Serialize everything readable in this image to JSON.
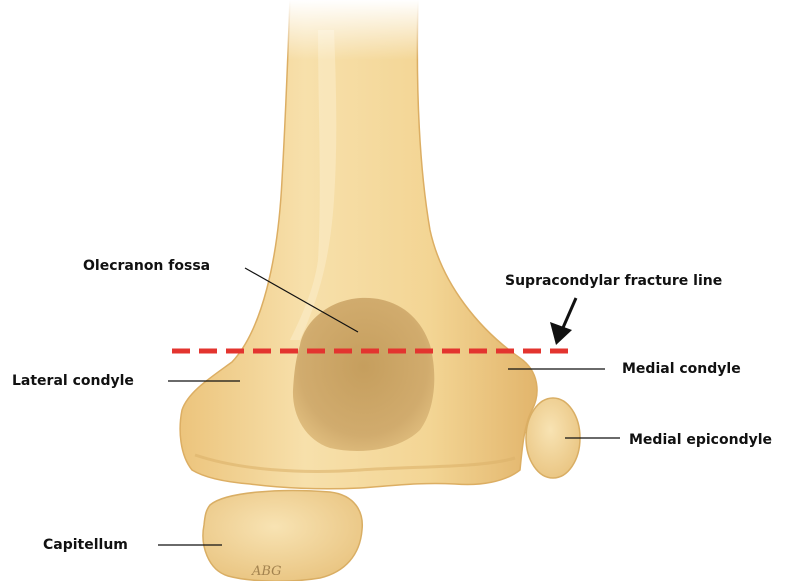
{
  "labels": {
    "olecranon_fossa": "Olecranon fossa",
    "supracondylar_fracture_line": "Supracondylar fracture line",
    "lateral_condyle": "Lateral condyle",
    "medial_condyle": "Medial condyle",
    "medial_epicondyle": "Medial epicondyle",
    "capitellum": "Capitellum",
    "signature": "ABG"
  },
  "colors": {
    "bone": "#f1d08f",
    "bone_light": "#f7e3b4",
    "bone_edge": "#d8b06a",
    "fossa": "#c9a364",
    "fracture_line": "#e3342f",
    "leader": "#111111"
  }
}
